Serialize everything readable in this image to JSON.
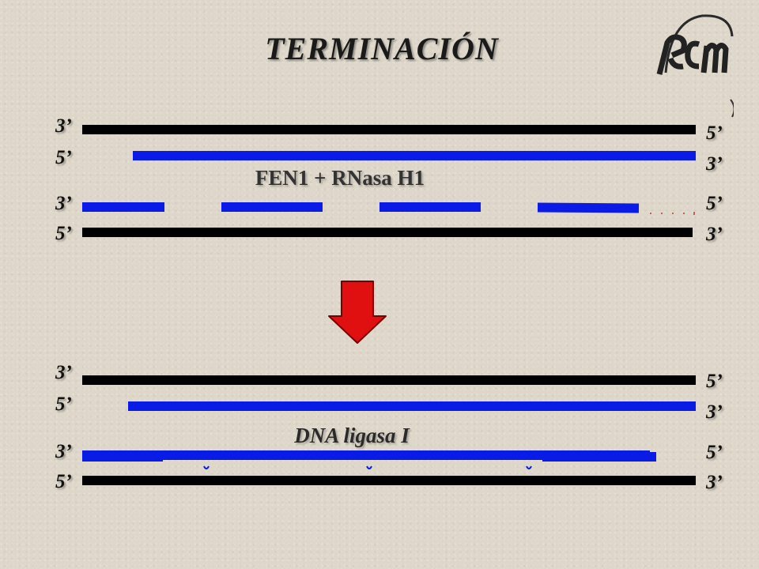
{
  "title": "TERMINACIÓN",
  "labels": {
    "three_prime": "3’",
    "five_prime": "5’"
  },
  "top_panel": {
    "enzymes": "FEN1 + RNasa H1"
  },
  "bottom_panel": {
    "enzymes": "DNA ligasa I"
  },
  "colors": {
    "template_strand": "#000000",
    "new_strand": "#0b1be6",
    "arrow": "#e01010"
  },
  "icons": {
    "logo": "ecm-logo-icon",
    "arrow": "down-arrow-icon"
  }
}
